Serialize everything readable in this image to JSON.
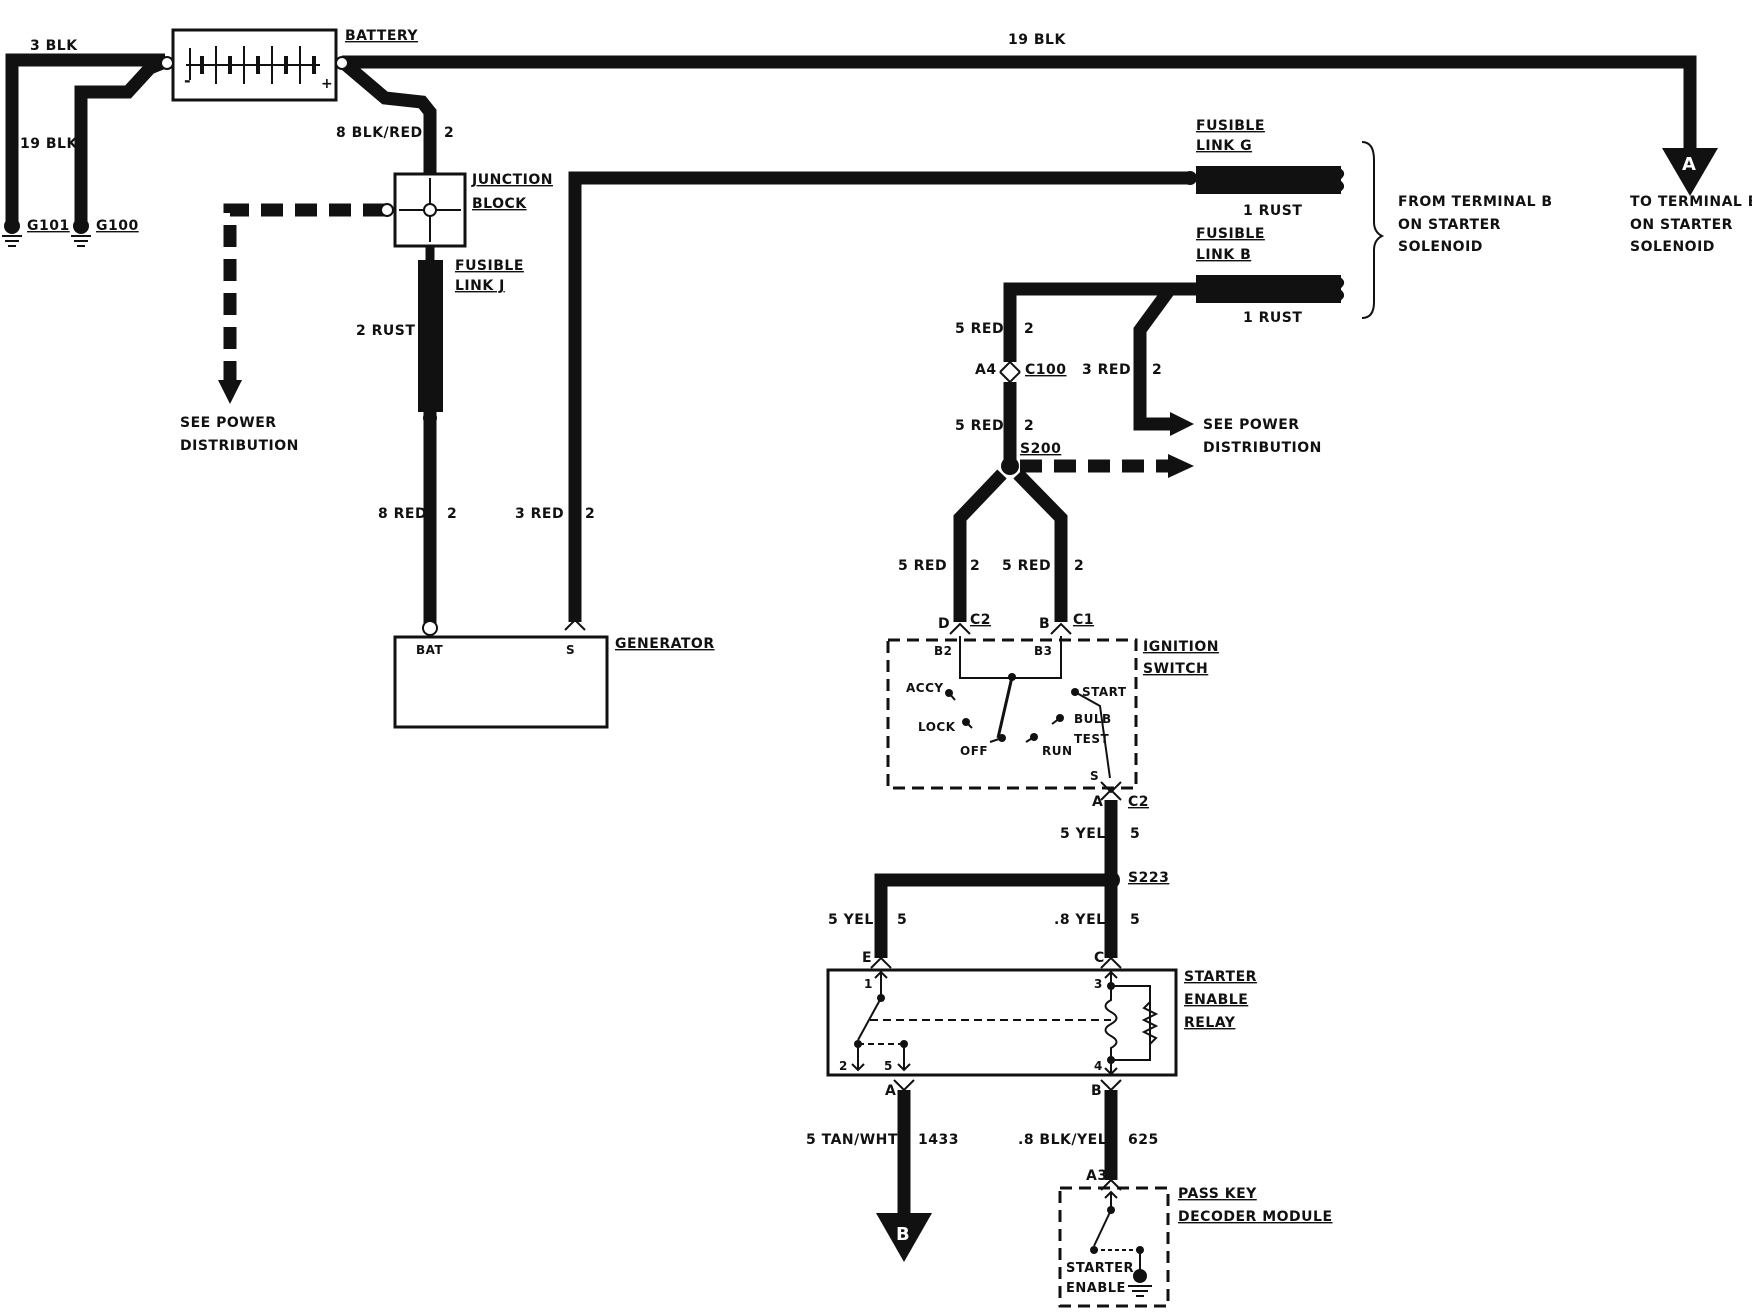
{
  "wires": {
    "w3blk": "3 BLK",
    "w19blk_left": "19 BLK",
    "w19blk_top": "19 BLK",
    "w8blkred": "8 BLK/RED",
    "w8blkred_circuit": "2",
    "w2rust": "2 RUST",
    "w8red": "8 RED",
    "w8red_circuit": "2",
    "w3red_gen": "3 RED",
    "w3red_gen_circuit": "2",
    "w1rust_g": "1 RUST",
    "w1rust_b": "1 RUST",
    "w5red_top": "5 RED",
    "w5red_top_circuit": "2",
    "w3red_pd": "3 RED",
    "w3red_pd_circuit": "2",
    "w5red_mid": "5 RED",
    "w5red_mid_circuit": "2",
    "w5red_left": "5 RED",
    "w5red_left_circuit": "2",
    "w5red_right": "5 RED",
    "w5red_right_circuit": "2",
    "w5yel_sw": "5 YEL",
    "w5yel_sw_circuit": "5",
    "w5yel_left": "5 YEL",
    "w5yel_left_circuit": "5",
    "w8yel": ".8 YEL",
    "w8yel_circuit": "5",
    "w5tanwht": "5 TAN/WHT",
    "w5tanwht_circuit": "1433",
    "w8blkyel": ".8 BLK/YEL",
    "w8blkyel_circuit": "625"
  },
  "components": {
    "battery": "BATTERY",
    "junction_line1": "JUNCTION",
    "junction_line2": "BLOCK",
    "fusible_j_line1": "FUSIBLE",
    "fusible_j_line2": "LINK J",
    "fusible_g_line1": "FUSIBLE",
    "fusible_g_line2": "LINK G",
    "fusible_b_line1": "FUSIBLE",
    "fusible_b_line2": "LINK B",
    "generator": "GENERATOR",
    "gen_bat": "BAT",
    "gen_s": "S",
    "ignition_line1": "IGNITION",
    "ignition_line2": "SWITCH",
    "sw_accy": "ACCY",
    "sw_lock": "LOCK",
    "sw_off": "OFF",
    "sw_run": "RUN",
    "sw_start": "START",
    "sw_bulb": "BULB",
    "sw_test": "TEST",
    "sw_b2": "B2",
    "sw_b3": "B3",
    "sw_s": "S",
    "relay_line1": "STARTER",
    "relay_line2": "ENABLE",
    "relay_line3": "RELAY",
    "relay_p1": "1",
    "relay_p2": "2",
    "relay_p3": "3",
    "relay_p4": "4",
    "relay_p5": "5",
    "passkey_line1": "PASS KEY",
    "passkey_line2": "DECODER MODULE",
    "passkey_se1": "STARTER",
    "passkey_se2": "ENABLE"
  },
  "grounds": {
    "g101": "G101",
    "g100": "G100"
  },
  "connectors": {
    "c100": "C100",
    "a4": "A4",
    "s200": "S200",
    "s223": "S223",
    "d": "D",
    "c2_left": "C2",
    "b": "B",
    "c1": "C1",
    "a_sw": "A",
    "c2_sw": "C2",
    "e": "E",
    "c_relay": "C",
    "a_relay": "A",
    "b_relay": "B",
    "a3": "A3"
  },
  "notes": {
    "see_power_1a": "SEE POWER",
    "see_power_1b": "DISTRIBUTION",
    "see_power_2a": "SEE POWER",
    "see_power_2b": "DISTRIBUTION",
    "from_term_1": "FROM TERMINAL B",
    "from_term_2": "ON STARTER",
    "from_term_3": "SOLENOID",
    "to_term_1": "TO TERMINAL B",
    "to_term_2": "ON STARTER",
    "to_term_3": "SOLENOID",
    "ref_a": "A",
    "ref_b": "B",
    "terminal_minus": "-",
    "terminal_plus": "+"
  }
}
